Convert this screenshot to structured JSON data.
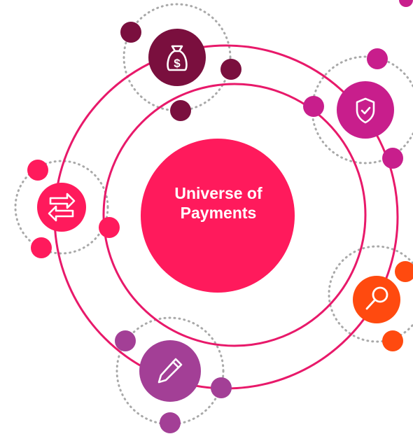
{
  "center": {
    "line1": "Universe of",
    "line2": "Payments",
    "color": "#ff1a5c"
  },
  "ring_color": "#e8196a",
  "dotted_color": "#a9a9a9",
  "nodes": [
    {
      "name": "money-bag",
      "icon": "money-bag-icon",
      "color": "#7a0f3e"
    },
    {
      "name": "shield",
      "icon": "shield-check-icon",
      "color": "#c81e8c"
    },
    {
      "name": "exchange",
      "icon": "arrows-exchange-icon",
      "color": "#ff1a5c"
    },
    {
      "name": "search",
      "icon": "magnifier-icon",
      "color": "#ff4a0f"
    },
    {
      "name": "edit",
      "icon": "pencil-icon",
      "color": "#a33f96"
    }
  ]
}
